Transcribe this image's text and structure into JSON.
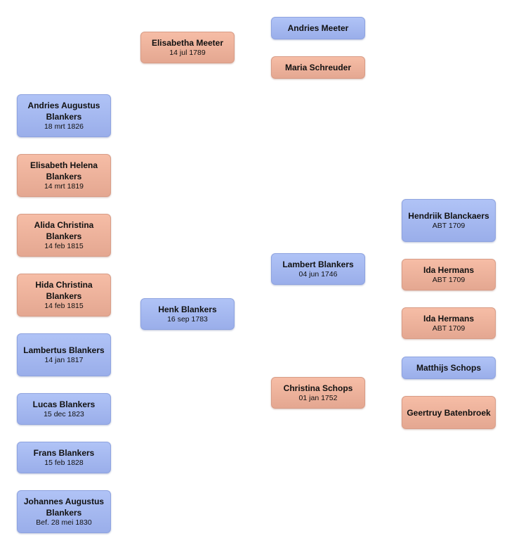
{
  "colors": {
    "male": "#a4b8f0",
    "female": "#efb29c"
  },
  "children": [
    {
      "name": "Andries Augustus Blankers",
      "date": "18 mrt 1826",
      "gender": "male"
    },
    {
      "name": "Elisabeth Helena Blankers",
      "date": "14 mrt 1819",
      "gender": "female"
    },
    {
      "name": "Alida Christina Blankers",
      "date": "14 feb 1815",
      "gender": "female"
    },
    {
      "name": "Hida Christina Blankers",
      "date": "14 feb 1815",
      "gender": "female"
    },
    {
      "name": "Lambertus Blankers",
      "date": "14 jan 1817",
      "gender": "male"
    },
    {
      "name": "Lucas Blankers",
      "date": "15 dec 1823",
      "gender": "male"
    },
    {
      "name": "Frans Blankers",
      "date": "15 feb 1828",
      "gender": "male"
    },
    {
      "name": "Johannes Augustus Blankers",
      "date": "Bef. 28 mei 1830",
      "gender": "male"
    }
  ],
  "parents": {
    "mother": {
      "name": "Elisabetha Meeter",
      "date": "14 jul 1789",
      "gender": "female"
    },
    "father": {
      "name": "Henk Blankers",
      "date": "16 sep 1783",
      "gender": "male"
    }
  },
  "grandparents": {
    "maternal_grandfather": {
      "name": "Andries Meeter",
      "gender": "male"
    },
    "maternal_grandmother": {
      "name": "Maria Schreuder",
      "gender": "female"
    },
    "paternal_grandfather": {
      "name": "Lambert Blankers",
      "date": "04 jun 1746",
      "gender": "male"
    },
    "paternal_grandmother": {
      "name": "Christina Schops",
      "date": "01 jan 1752",
      "gender": "female"
    }
  },
  "great_grandparents": [
    {
      "name": "Hendriik Blanckaers",
      "date": "ABT 1709",
      "gender": "male"
    },
    {
      "name": "Ida Hermans",
      "date": "ABT 1709",
      "gender": "female"
    },
    {
      "name": "Ida Hermans",
      "date": "ABT 1709",
      "gender": "female"
    },
    {
      "name": "Matthijs Schops",
      "gender": "male"
    },
    {
      "name": "Geertruy Batenbroek",
      "gender": "female"
    }
  ]
}
